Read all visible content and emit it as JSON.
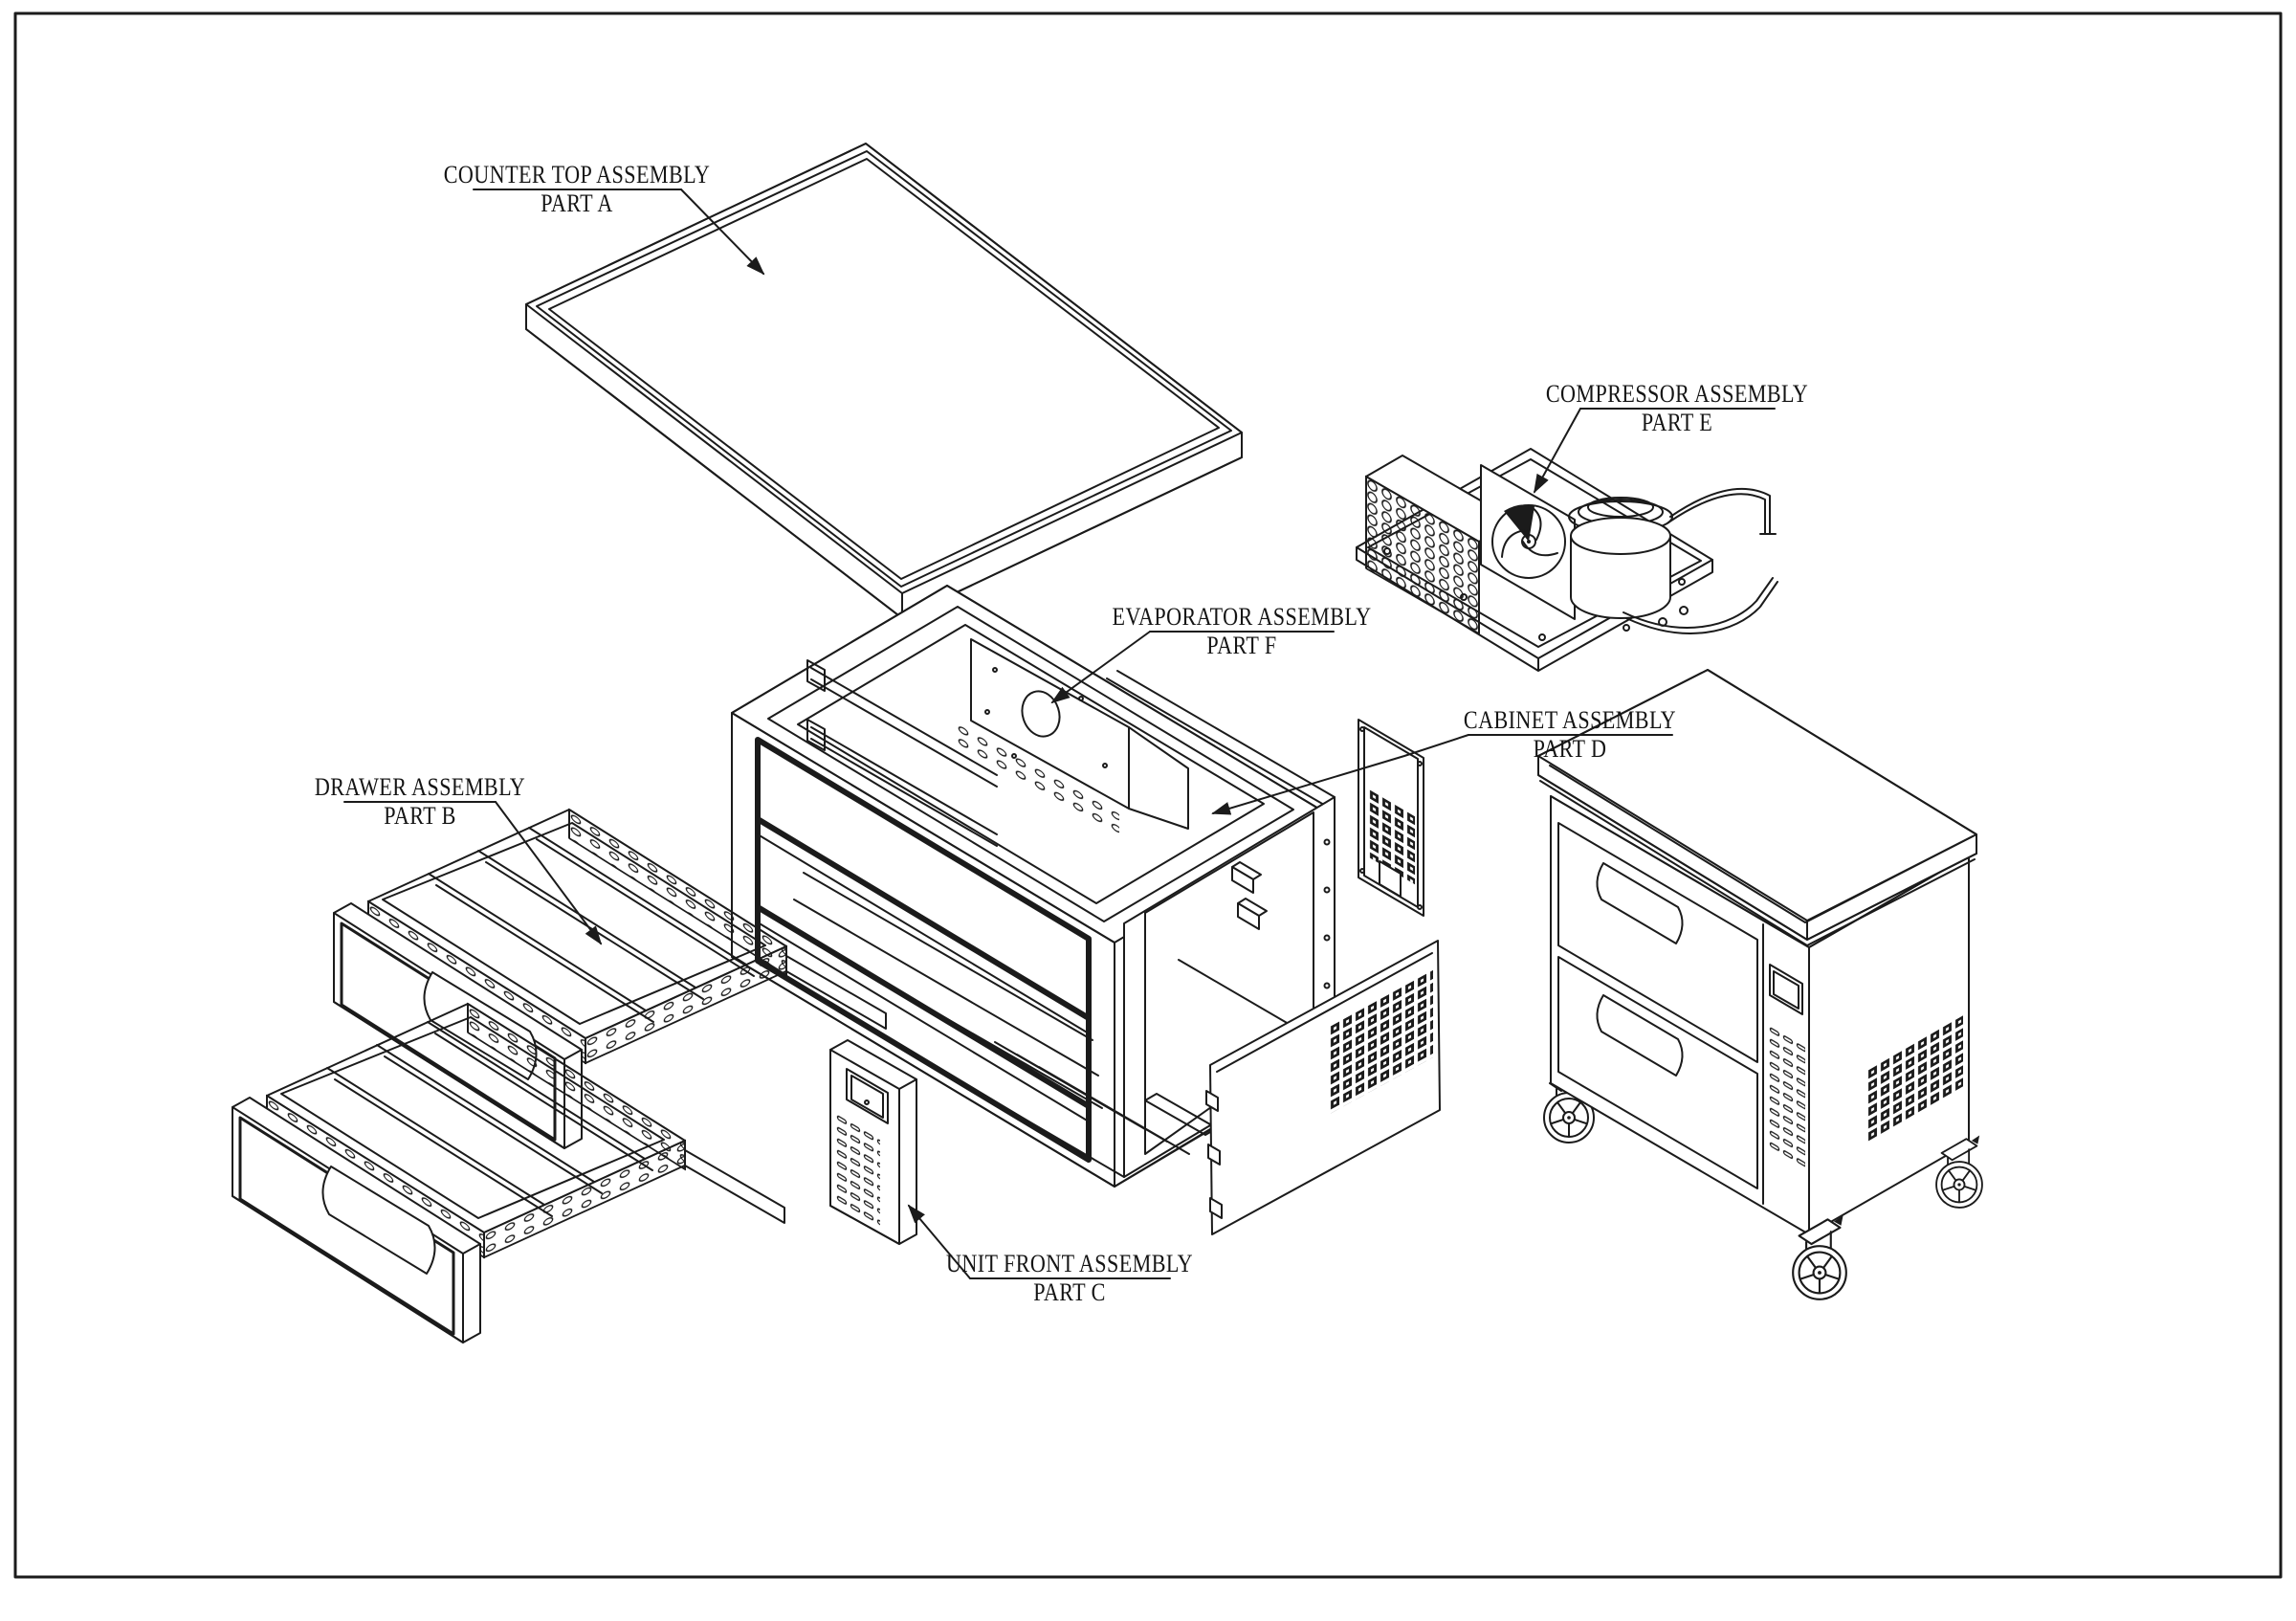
{
  "drawing": {
    "type": "exploded-view technical diagram",
    "subject": "refrigerated chef base / equipment stand",
    "colors": {
      "line": "#1b1b1b",
      "background": "#ffffff"
    }
  },
  "callouts": {
    "a": {
      "line1": "COUNTER TOP ASSEMBLY",
      "line2": "PART A"
    },
    "b": {
      "line1": "DRAWER ASSEMBLY",
      "line2": "PART B"
    },
    "c": {
      "line1": "UNIT FRONT ASSEMBLY",
      "line2": "PART C"
    },
    "d": {
      "line1": "CABINET ASSEMBLY",
      "line2": "PART D"
    },
    "e": {
      "line1": "COMPRESSOR ASSEMBLY",
      "line2": "PART E"
    },
    "f": {
      "line1": "EVAPORATOR ASSEMBLY",
      "line2": "PART F"
    }
  }
}
